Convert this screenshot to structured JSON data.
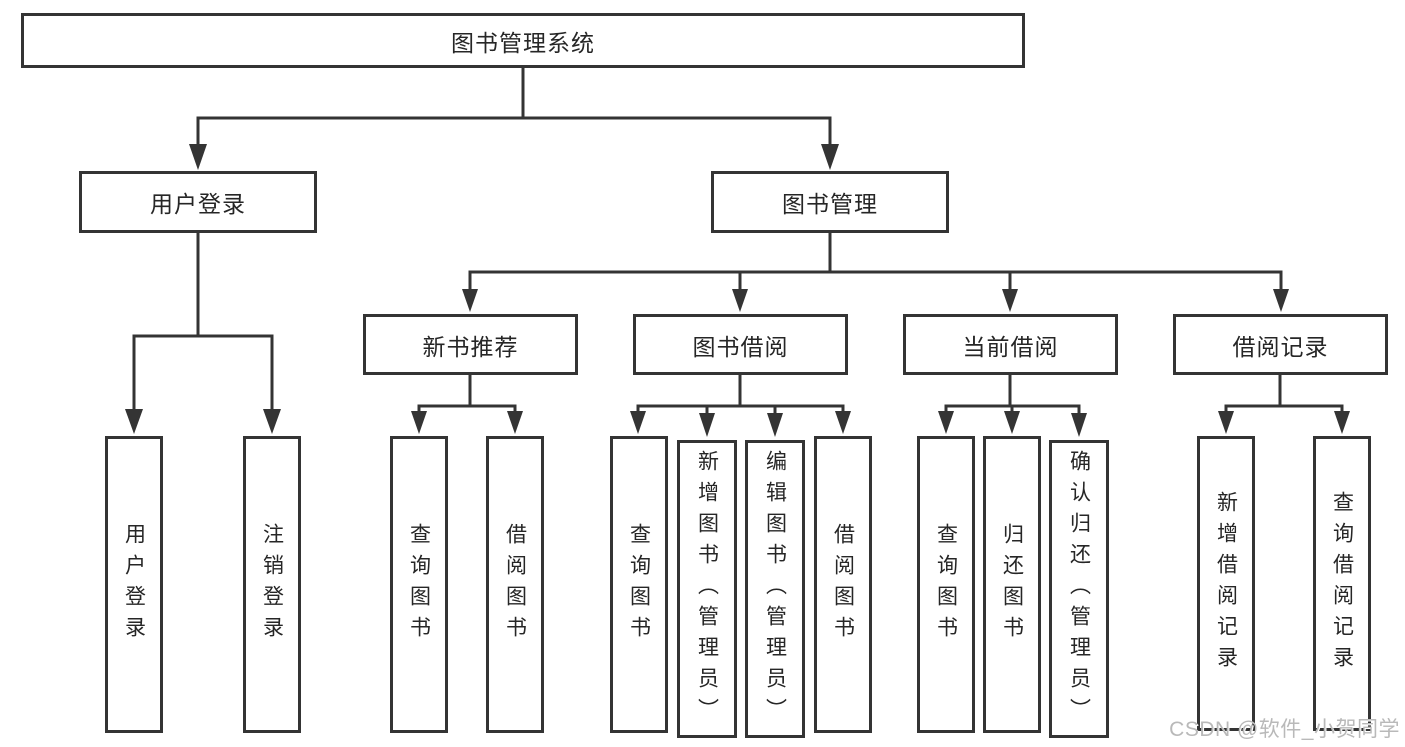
{
  "colors": {
    "line": "#343434",
    "text": "#262626",
    "background": "#ffffff",
    "watermark_text": "#b9b9b9"
  },
  "watermark": {
    "text": "CSDN @软件_小贺同学"
  },
  "tree": {
    "root": {
      "label": "图书管理系统"
    },
    "branches": [
      {
        "label": "用户登录",
        "children": [
          {
            "label": "用户登录"
          },
          {
            "label": "注销登录"
          }
        ]
      },
      {
        "label": "图书管理",
        "children": [
          {
            "label": "新书推荐",
            "children": [
              {
                "label": "查询图书"
              },
              {
                "label": "借阅图书"
              }
            ]
          },
          {
            "label": "图书借阅",
            "children": [
              {
                "label": "查询图书"
              },
              {
                "label": "新增图书（管理员）"
              },
              {
                "label": "编辑图书（管理员）"
              },
              {
                "label": "借阅图书"
              }
            ]
          },
          {
            "label": "当前借阅",
            "children": [
              {
                "label": "查询图书"
              },
              {
                "label": "归还图书"
              },
              {
                "label": "确认归还（管理员）"
              }
            ]
          },
          {
            "label": "借阅记录",
            "children": [
              {
                "label": "新增借阅记录"
              },
              {
                "label": "查询借阅记录"
              }
            ]
          }
        ]
      }
    ]
  }
}
